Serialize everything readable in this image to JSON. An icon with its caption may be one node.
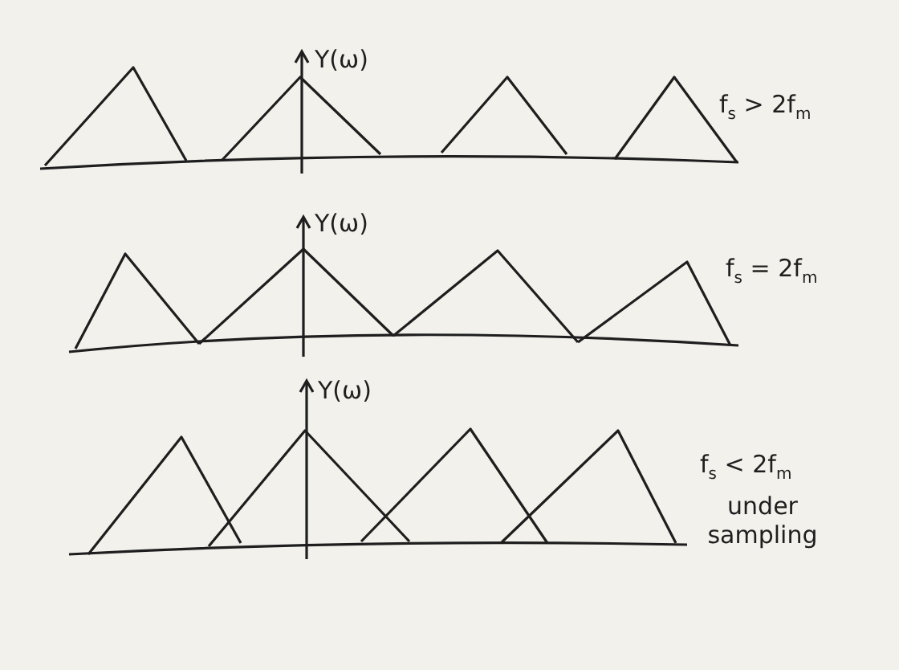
{
  "diagram": {
    "labels": [
      "Y(ω)",
      "f$_{s}$ > 2f$_{m}$",
      "Y(ω)",
      "f$_{s}$ = 2f$_{m}$",
      "Y(ω)",
      "f$_{s}$ < 2f$_{m}$",
      "under sampling"
    ]
  }
}
